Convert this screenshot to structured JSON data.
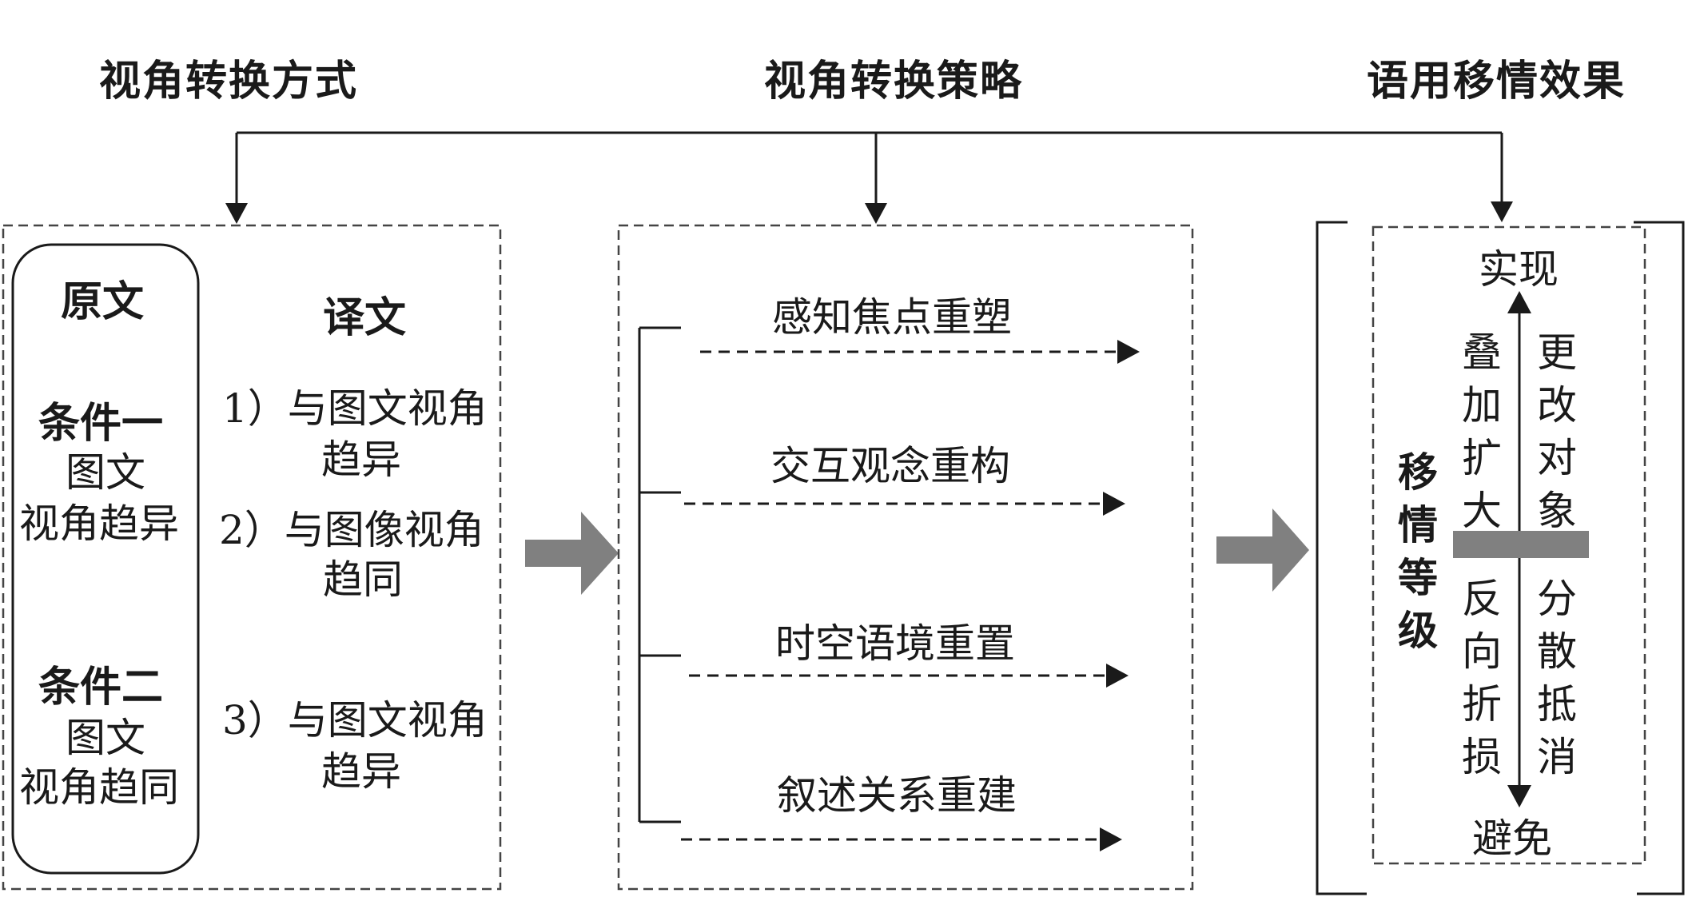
{
  "headers": {
    "mode": "视角转换方式",
    "strategy": "视角转换策略",
    "effect": "语用移情效果"
  },
  "panel1": {
    "source_title": "原文",
    "cond1_title": "条件一",
    "cond1_line1": "图文",
    "cond1_line2": "视角趋异",
    "cond2_title": "条件二",
    "cond2_line1": "图文",
    "cond2_line2": "视角趋同",
    "target_title": "译文",
    "t1_line1": "1）与图文视角",
    "t1_line2": "趋异",
    "t2_line1": "2）与图像视角",
    "t2_line2": "趋同",
    "t3_line1": "3）与图文视角",
    "t3_line2": "趋异"
  },
  "panel2": {
    "strategies": [
      "感知焦点重塑",
      "交互观念重构",
      "时空语境重置",
      "叙述关系重建"
    ]
  },
  "panel3": {
    "top": "实现",
    "bottom": "避免",
    "level_label": "移情等级",
    "upper_left": "叠加扩大",
    "upper_right": "更改对象",
    "lower_left": "反向折损",
    "lower_right": "分散抵消"
  }
}
